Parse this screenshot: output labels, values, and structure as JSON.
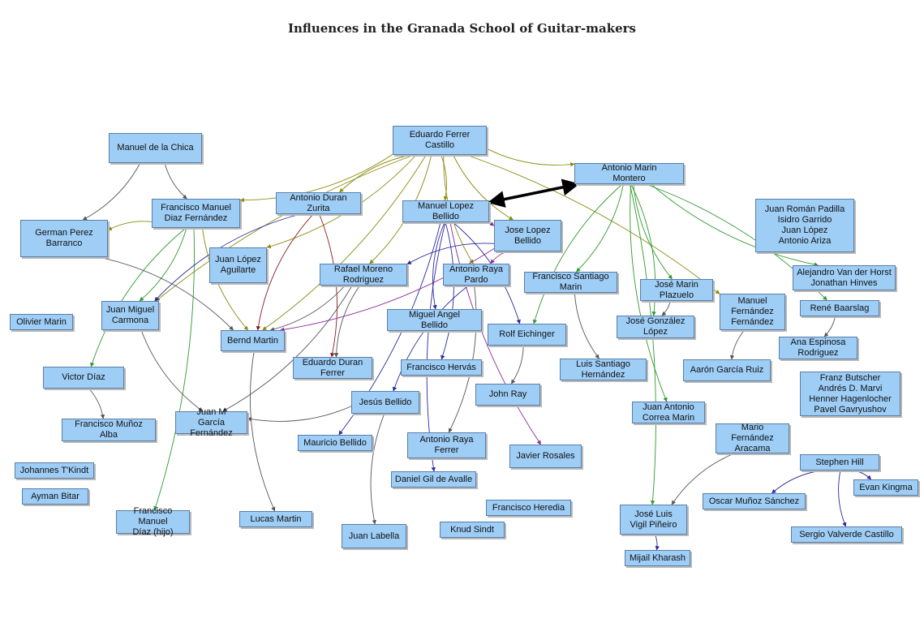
{
  "title": "Influences in the Granada School of Guitar-makers",
  "colors": {
    "node_fill": "#9ecdf6",
    "node_border": "#5a7ea6",
    "olive": "#8a8a10",
    "green": "#2e9a2e",
    "navy": "#2a2aa0",
    "purple": "#8a2a9a",
    "gray": "#555555",
    "darkred": "#8a1a1a",
    "black": "#000000"
  },
  "nodes": [
    {
      "id": "ferrer",
      "label": "Eduardo Ferrer\nCastillo"
    },
    {
      "id": "chica",
      "label": "Manuel de la Chica"
    },
    {
      "id": "marin_m",
      "label": "Antonio Marin\nMontero"
    },
    {
      "id": "diaz",
      "label": "Francisco Manuel\nDiaz Fernández"
    },
    {
      "id": "zurita",
      "label": "Antonio Duran\nZurita"
    },
    {
      "id": "bellido_m",
      "label": "Manuel Lopez\nBellido"
    },
    {
      "id": "padilla",
      "label": "Juan Román Padilla\nIsidro Garrido\nJuan López\nAntonio Ariza"
    },
    {
      "id": "barranco",
      "label": "German Perez\nBarranco"
    },
    {
      "id": "bellido_j",
      "label": "Jose Lopez\nBellido"
    },
    {
      "id": "aguilarte",
      "label": "Juan López\nAguilarte"
    },
    {
      "id": "moreno",
      "label": "Rafael Moreno\nRodriguez"
    },
    {
      "id": "raya_p",
      "label": "Antonio Raya\nPardo"
    },
    {
      "id": "fsmarin",
      "label": "Francisco Santiago\nMarin"
    },
    {
      "id": "plazuelo",
      "label": "José Marin\nPlazuelo"
    },
    {
      "id": "vanderhorst",
      "label": "Alejandro Van der Horst\nJonathan Hinves"
    },
    {
      "id": "carmona",
      "label": "Juan Miguel\nCarmona"
    },
    {
      "id": "mfernandez",
      "label": "Manuel\nFernández\nFernández"
    },
    {
      "id": "baarslag",
      "label": "René Baarslag"
    },
    {
      "id": "omarin",
      "label": "Olivier Marin"
    },
    {
      "id": "mabellido",
      "label": "Miguel Angel\nBellido"
    },
    {
      "id": "jglopez",
      "label": "José González\nLópez"
    },
    {
      "id": "bmartin",
      "label": "Bernd Martin"
    },
    {
      "id": "eichinger",
      "label": "Rolf Eichinger"
    },
    {
      "id": "espinosa",
      "label": "Ana Espinosa\nRodriguez"
    },
    {
      "id": "eduran",
      "label": "Eduardo Duran\nFerrer"
    },
    {
      "id": "hervas",
      "label": "Francisco Hervás"
    },
    {
      "id": "lshernandez",
      "label": "Luis Santiago\nHernández"
    },
    {
      "id": "garciaruiz",
      "label": "Aarón García Ruiz"
    },
    {
      "id": "vdiaz",
      "label": "Victor Díaz"
    },
    {
      "id": "butscher",
      "label": "Franz Butscher\nAndrés D. Marvi\nHenner Hagenlocher\nPavel Gavryushov"
    },
    {
      "id": "jray",
      "label": "John Ray"
    },
    {
      "id": "jbellido",
      "label": "Jesús Bellido"
    },
    {
      "id": "correa",
      "label": "Juan Antonio\nCorrea Marin"
    },
    {
      "id": "fmunoz",
      "label": "Francisco Muñoz\nAlba"
    },
    {
      "id": "jmgarcia",
      "label": "Juan M\nGarcía Fernández"
    },
    {
      "id": "aracama",
      "label": "Mario Fernández\nAracama"
    },
    {
      "id": "raya_f",
      "label": "Antonio Raya\nFerrer"
    },
    {
      "id": "mbellido",
      "label": "Mauricio Bellido"
    },
    {
      "id": "rosales",
      "label": "Javier Rosales"
    },
    {
      "id": "shill",
      "label": "Stephen Hill"
    },
    {
      "id": "tkindt",
      "label": "Johannes T'Kindt"
    },
    {
      "id": "gilavalle",
      "label": "Daniel Gil de Avalle"
    },
    {
      "id": "kingma",
      "label": "Evan Kingma"
    },
    {
      "id": "bitar",
      "label": "Ayman Bitar"
    },
    {
      "id": "omunoz",
      "label": "Oscar Muñoz Sánchez"
    },
    {
      "id": "heredia",
      "label": "Francisco Heredia"
    },
    {
      "id": "vigil",
      "label": "José Luis\nVigil Piñeiro"
    },
    {
      "id": "fmdiazhijo",
      "label": "Francisco Manuel\nDíaz (hijo)"
    },
    {
      "id": "lmartin",
      "label": "Lucas Martin"
    },
    {
      "id": "sindt",
      "label": "Knud Sindt"
    },
    {
      "id": "valverde",
      "label": "Sergio Valverde Castillo"
    },
    {
      "id": "labella",
      "label": "Juan Labella"
    },
    {
      "id": "kharash",
      "label": "Mijail Kharash"
    }
  ],
  "edges": [
    {
      "from": "ferrer",
      "to": "diaz",
      "color": "olive"
    },
    {
      "from": "ferrer",
      "to": "zurita",
      "color": "olive"
    },
    {
      "from": "ferrer",
      "to": "bellido_m",
      "color": "olive"
    },
    {
      "from": "ferrer",
      "to": "bellido_j",
      "color": "olive"
    },
    {
      "from": "ferrer",
      "to": "moreno",
      "color": "olive"
    },
    {
      "from": "ferrer",
      "to": "raya_p",
      "color": "olive"
    },
    {
      "from": "ferrer",
      "to": "aguilarte",
      "color": "olive"
    },
    {
      "from": "ferrer",
      "to": "carmona",
      "color": "olive"
    },
    {
      "from": "ferrer",
      "to": "bmartin",
      "color": "olive"
    },
    {
      "from": "ferrer",
      "to": "marin_m",
      "color": "olive"
    },
    {
      "from": "ferrer",
      "to": "mfernandez",
      "color": "olive"
    },
    {
      "from": "chica",
      "to": "diaz",
      "color": "gray"
    },
    {
      "from": "chica",
      "to": "barranco",
      "color": "gray"
    },
    {
      "from": "diaz",
      "to": "barranco",
      "color": "olive"
    },
    {
      "from": "diaz",
      "to": "carmona",
      "color": "green"
    },
    {
      "from": "diaz",
      "to": "vdiaz",
      "color": "green"
    },
    {
      "from": "diaz",
      "to": "fmdiazhijo",
      "color": "green"
    },
    {
      "from": "diaz",
      "to": "bmartin",
      "color": "olive"
    },
    {
      "from": "barranco",
      "to": "bmartin",
      "color": "gray"
    },
    {
      "from": "zurita",
      "to": "carmona",
      "color": "navy"
    },
    {
      "from": "zurita",
      "to": "eduran",
      "color": "darkred"
    },
    {
      "from": "zurita",
      "to": "bmartin",
      "color": "darkred"
    },
    {
      "from": "bellido_m",
      "to": "bellido_j",
      "color": "purple"
    },
    {
      "from": "bellido_m",
      "to": "mabellido",
      "color": "navy"
    },
    {
      "from": "bellido_m",
      "to": "hervas",
      "color": "navy"
    },
    {
      "from": "bellido_m",
      "to": "gilavalle",
      "color": "navy"
    },
    {
      "from": "bellido_m",
      "to": "mbellido",
      "color": "navy"
    },
    {
      "from": "bellido_m",
      "to": "rosales",
      "color": "purple"
    },
    {
      "from": "bellido_m",
      "to": "eichinger",
      "color": "navy"
    },
    {
      "from": "bellido_j",
      "to": "moreno",
      "color": "navy"
    },
    {
      "from": "bellido_j",
      "to": "bmartin",
      "color": "purple"
    },
    {
      "from": "bellido_j",
      "to": "raya_p",
      "color": "purple"
    },
    {
      "from": "moreno",
      "to": "bmartin",
      "color": "gray"
    },
    {
      "from": "moreno",
      "to": "eduran",
      "color": "gray"
    },
    {
      "from": "moreno",
      "to": "jmgarcia",
      "color": "gray"
    },
    {
      "from": "raya_p",
      "to": "jbellido",
      "color": "navy"
    },
    {
      "from": "raya_p",
      "to": "raya_f",
      "color": "gray"
    },
    {
      "from": "carmona",
      "to": "jmgarcia",
      "color": "gray"
    },
    {
      "from": "vdiaz",
      "to": "fmunoz",
      "color": "gray"
    },
    {
      "from": "bmartin",
      "to": "lmartin",
      "color": "gray"
    },
    {
      "from": "jbellido",
      "to": "jmgarcia",
      "color": "gray"
    },
    {
      "from": "jbellido",
      "to": "labella",
      "color": "gray"
    },
    {
      "from": "eichinger",
      "to": "jray",
      "color": "gray"
    },
    {
      "from": "fsmarin",
      "to": "lshernandez",
      "color": "gray"
    },
    {
      "from": "marin_m",
      "to": "fsmarin",
      "color": "green"
    },
    {
      "from": "marin_m",
      "to": "plazuelo",
      "color": "green"
    },
    {
      "from": "marin_m",
      "to": "jglopez",
      "color": "green"
    },
    {
      "from": "marin_m",
      "to": "correa",
      "color": "green"
    },
    {
      "from": "marin_m",
      "to": "vigil",
      "color": "green"
    },
    {
      "from": "marin_m",
      "to": "vanderhorst",
      "color": "green"
    },
    {
      "from": "marin_m",
      "to": "baarslag",
      "color": "green"
    },
    {
      "from": "marin_m",
      "to": "eichinger",
      "color": "green"
    },
    {
      "from": "plazuelo",
      "to": "jglopez",
      "color": "gray"
    },
    {
      "from": "mfernandez",
      "to": "garciaruiz",
      "color": "gray"
    },
    {
      "from": "baarslag",
      "to": "espinosa",
      "color": "gray"
    },
    {
      "from": "aracama",
      "to": "vigil",
      "color": "gray"
    },
    {
      "from": "vigil",
      "to": "kharash",
      "color": "navy"
    },
    {
      "from": "shill",
      "to": "omunoz",
      "color": "navy"
    },
    {
      "from": "shill",
      "to": "kingma",
      "color": "navy"
    },
    {
      "from": "shill",
      "to": "valverde",
      "color": "navy"
    },
    {
      "from": "marin_m",
      "to": "bellido_m",
      "color": "black",
      "bidir": true
    }
  ]
}
